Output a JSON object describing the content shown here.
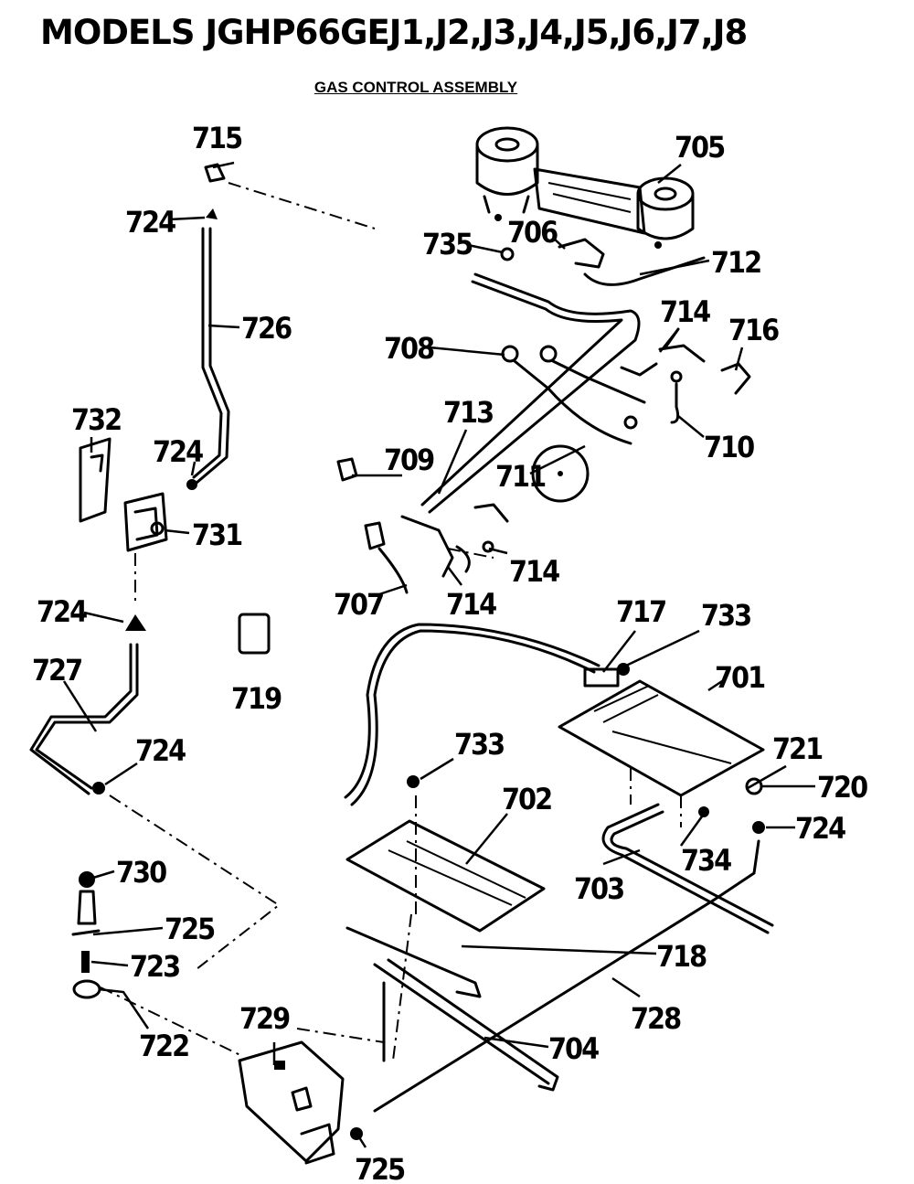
{
  "header": {
    "title": "MODELS JGHP66GEJ1,J2,J3,J4,J5,J6,J7,J8",
    "subtitle": "GAS CONTROL ASSEMBLY"
  },
  "parts": {
    "p701": "701",
    "p702": "702",
    "p703": "703",
    "p704": "704",
    "p705": "705",
    "p706": "706",
    "p707": "707",
    "p708": "708",
    "p709": "709",
    "p710": "710",
    "p711": "711",
    "p712": "712",
    "p713": "713",
    "p714a": "714",
    "p714b": "714",
    "p714c": "714",
    "p715": "715",
    "p716": "716",
    "p717": "717",
    "p718": "718",
    "p719": "719",
    "p720": "720",
    "p721": "721",
    "p722": "722",
    "p723": "723",
    "p724a": "724",
    "p724b": "724",
    "p724c": "724",
    "p724d": "724",
    "p724e": "724",
    "p725a": "725",
    "p725b": "725",
    "p726": "726",
    "p727": "727",
    "p728": "728",
    "p729": "729",
    "p730": "730",
    "p731": "731",
    "p732": "732",
    "p733a": "733",
    "p733b": "733",
    "p734": "734",
    "p735": "735"
  }
}
